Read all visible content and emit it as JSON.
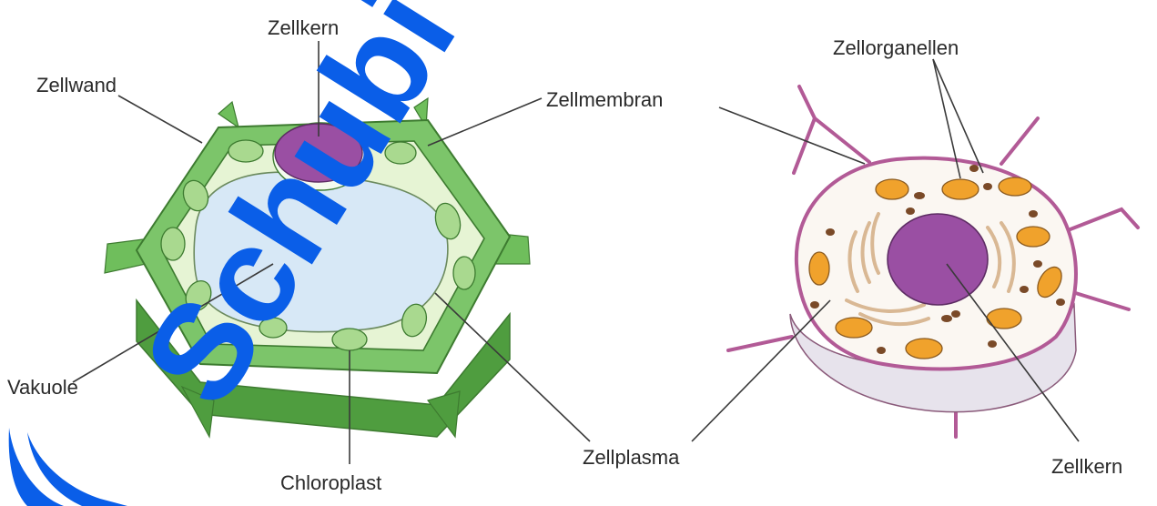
{
  "plant_cell": {
    "labels": {
      "nucleus": "Zellkern",
      "cell_wall": "Zellwand",
      "cell_membrane": "Zellmembran",
      "vacuole": "Vakuole",
      "chloroplast": "Chloroplast"
    }
  },
  "animal_cell": {
    "labels": {
      "organelles": "Zellorganellen",
      "nucleus": "Zellkern",
      "cytoplasm": "Zellplasma"
    }
  },
  "watermark": {
    "text": "Schubi"
  },
  "colors": {
    "cell_wall_green": "#7cc56a",
    "cell_wall_dark": "#4f9d3f",
    "cytoplasm_green": "#dff0c9",
    "chloroplast": "#a9d98f",
    "vacuole": "#d7e8f6",
    "nucleus_purple": "#9a4fa3",
    "animal_membrane": "#b25a96",
    "animal_cytoplasm": "#fbf7f2",
    "organelle_orange": "#f0a22c",
    "watermark_blue": "#0a5ee8"
  }
}
